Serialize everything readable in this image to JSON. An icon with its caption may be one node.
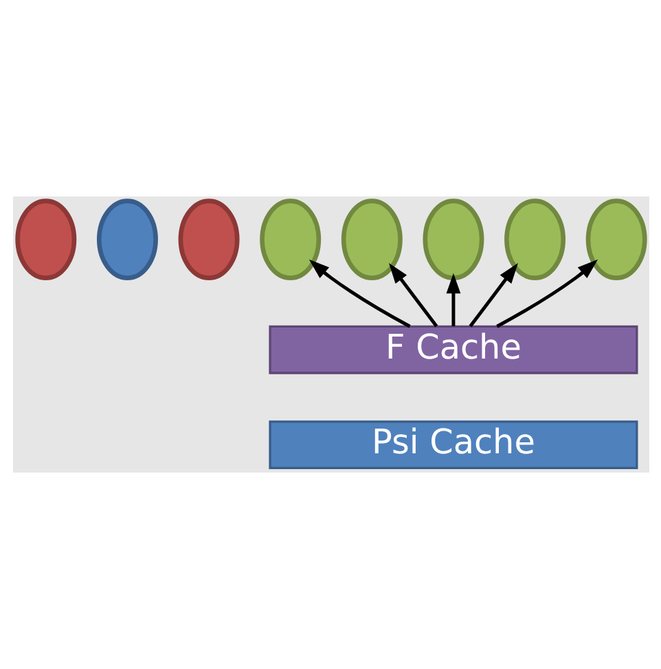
{
  "diagram": {
    "nodes": [
      {
        "text": [],
        "shape": "circle"
      },
      {
        "text": [],
        "shape": "circle"
      },
      {
        "text": [],
        "shape": "circle"
      },
      {
        "text": [],
        "shape": "circle"
      },
      {
        "text": [],
        "shape": "circle"
      },
      {
        "text": [],
        "shape": "circle"
      },
      {
        "text": [],
        "shape": "circle"
      },
      {
        "text": [],
        "shape": "circle"
      },
      {
        "text": [
          "F Cache"
        ]
      },
      {
        "text": [
          "Psi Cache"
        ]
      }
    ],
    "edges": [
      {
        "from": 8,
        "to": 3,
        "arrow": "to"
      },
      {
        "from": 8,
        "to": 4,
        "arrow": "to"
      },
      {
        "from": 8,
        "to": 5,
        "arrow": "to"
      },
      {
        "from": 8,
        "to": 6,
        "arrow": "to"
      },
      {
        "from": 8,
        "to": 7,
        "arrow": "to"
      }
    ]
  }
}
